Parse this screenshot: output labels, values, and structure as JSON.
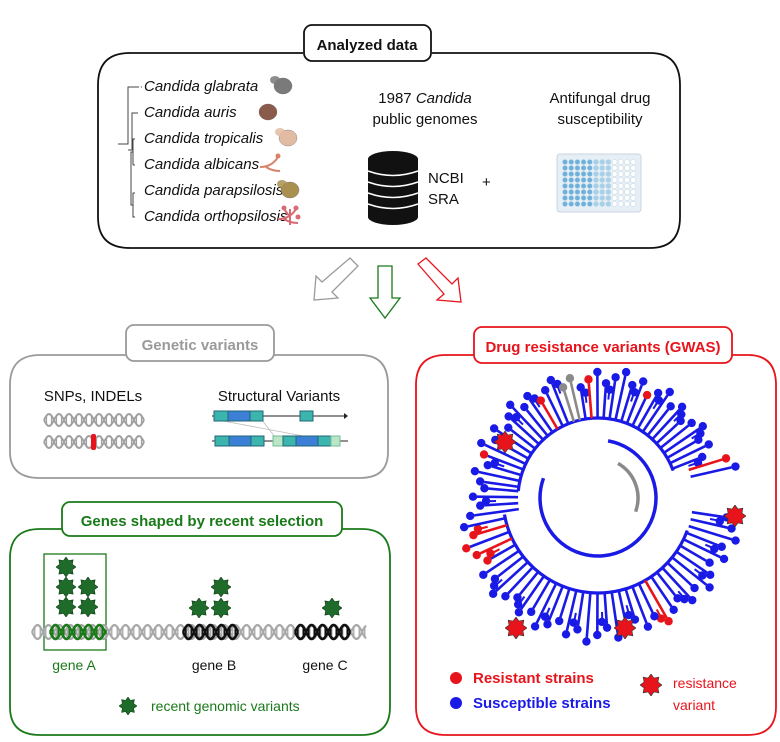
{
  "colors": {
    "black": "#111111",
    "gray": "#9a9a9a",
    "green": "#1a7a1a",
    "star_green": "#1f6b2a",
    "red": "#e8141c",
    "blue": "#1a1ae6",
    "tree_gray": "#8a8a8a"
  },
  "analyzed": {
    "title": "Analyzed data",
    "species": [
      {
        "genus": "Candida",
        "name": "glabrata",
        "icon": "yeast-cell-gray-icon",
        "color": "#7a7a7a"
      },
      {
        "genus": "Candida",
        "name": "auris",
        "icon": "yeast-cell-brown-icon",
        "color": "#8a5a4a"
      },
      {
        "genus": "Candida",
        "name": "tropicalis",
        "icon": "yeast-cell-peach-icon",
        "color": "#e2bba3"
      },
      {
        "genus": "Candida",
        "name": "albicans",
        "icon": "hyphae-orange-icon",
        "color": "#d8826a"
      },
      {
        "genus": "Candida",
        "name": "parapsilosis",
        "icon": "yeast-cell-olive-icon",
        "color": "#a99050"
      },
      {
        "genus": "Candida",
        "name": "orthopsilosis",
        "icon": "pseudohyphae-pink-icon",
        "color": "#d86a72"
      }
    ],
    "genomes_line1_num": "1987",
    "genomes_line1_genus": "Candida",
    "genomes_line2": "public genomes",
    "db_line1": "NCBI",
    "db_line2": "SRA",
    "plus": "+",
    "drug_line1": "Antifungal drug",
    "drug_line2": "susceptibility"
  },
  "genetic": {
    "title": "Genetic variants",
    "snps_label": "SNPs, INDELs",
    "sv_label": "Structural Variants"
  },
  "selection": {
    "title": "Genes shaped by recent selection",
    "genes": [
      "gene A",
      "gene B",
      "gene C"
    ],
    "legend": "recent genomic variants"
  },
  "gwas": {
    "title": "Drug resistance variants (GWAS)",
    "legend_resistant": "Resistant strains",
    "legend_susceptible": "Susceptible strains",
    "legend_variant_line1": "resistance",
    "legend_variant_line2": "variant"
  }
}
